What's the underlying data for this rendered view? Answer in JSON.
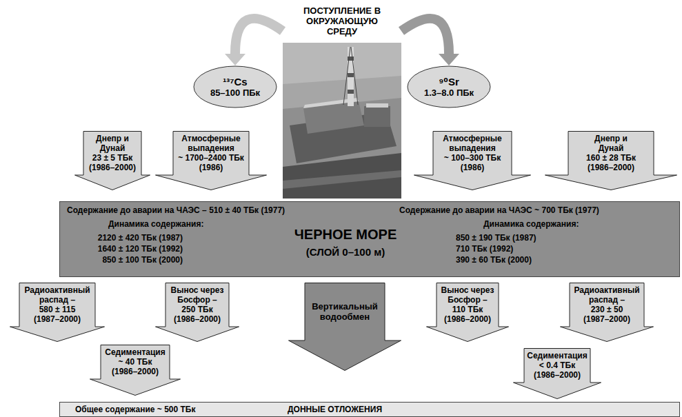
{
  "diagram": {
    "nodes": [
      {
        "text": [
          "ПОСТУПЛЕНИЕ В ОКРУЖАЮЩУЮ СРЕДУ"
        ]
      },
      {
        "text": [
          "¹³⁷Cs",
          "85–100 ПБк"
        ]
      },
      {
        "text": [
          "⁹⁰Sr",
          "1.3–8.0 ПБк"
        ]
      },
      {
        "text": [
          "Днепр и Дунай",
          "23 ± 5 ТБк",
          "(1986–2000)"
        ]
      },
      {
        "text": [
          "Атмосферные выпадения",
          "~ 1700–2400 ТБк",
          "(1986)"
        ]
      },
      {
        "text": [
          "Атмосферные выпадения",
          "~ 100–300 ТБк",
          "(1986)"
        ]
      },
      {
        "text": [
          "Днепр и Дунай",
          "160 ± 28 ТБк",
          "(1986–2000)"
        ]
      },
      {
        "text": [
          "Содержание до аварии на ЧАЭС – 510 ± 40 ТБк (1977)",
          "Динамика содержания:",
          "2120 ± 420 ТБк (1987)",
          "1640 ± 120 ТБк (1992)",
          "850 ± 100 ТБк (2000)",
          "ЧЕРНОЕ МОРЕ",
          "(СЛОЙ 0–100 м)",
          "Содержание до аварии на ЧАЭС ~ 700 ТБк (1977)",
          "Динамика содержания:",
          "850 ± 190 ТБк (1987)",
          "710 ТБк (1992)",
          "390 ± 60 ТБк (2000)"
        ]
      },
      {
        "text": [
          "Радиоактивный распад –",
          "580 ± 115",
          "(1987–2000)"
        ]
      },
      {
        "text": [
          "Вынос через Босфор –",
          "250 ТБк",
          "(1986–2000)"
        ]
      },
      {
        "text": [
          "Вертикальный водообмен"
        ]
      },
      {
        "text": [
          "Вынос через Босфор –",
          "110 ТБк",
          "(1986–2000)"
        ]
      },
      {
        "text": [
          "Радиоактивный распад –",
          "230 ± 50",
          "(1987–2000)"
        ]
      },
      {
        "text": [
          "Седиментация",
          "~ 40 ТБк",
          "(1986–2000)"
        ]
      },
      {
        "text": [
          "Седиментация",
          "< 0.4 ТБк",
          "(1986–2000)"
        ]
      },
      {
        "text": [
          "Общее содержание ~ 500 ТБк",
          "ДОННЫЕ ОТЛОЖЕНИЯ"
        ]
      }
    ],
    "edges": [
      {
        "from": 0,
        "to": 1,
        "arrow": "to"
      },
      {
        "from": 0,
        "to": 2,
        "arrow": "to"
      }
    ]
  }
}
